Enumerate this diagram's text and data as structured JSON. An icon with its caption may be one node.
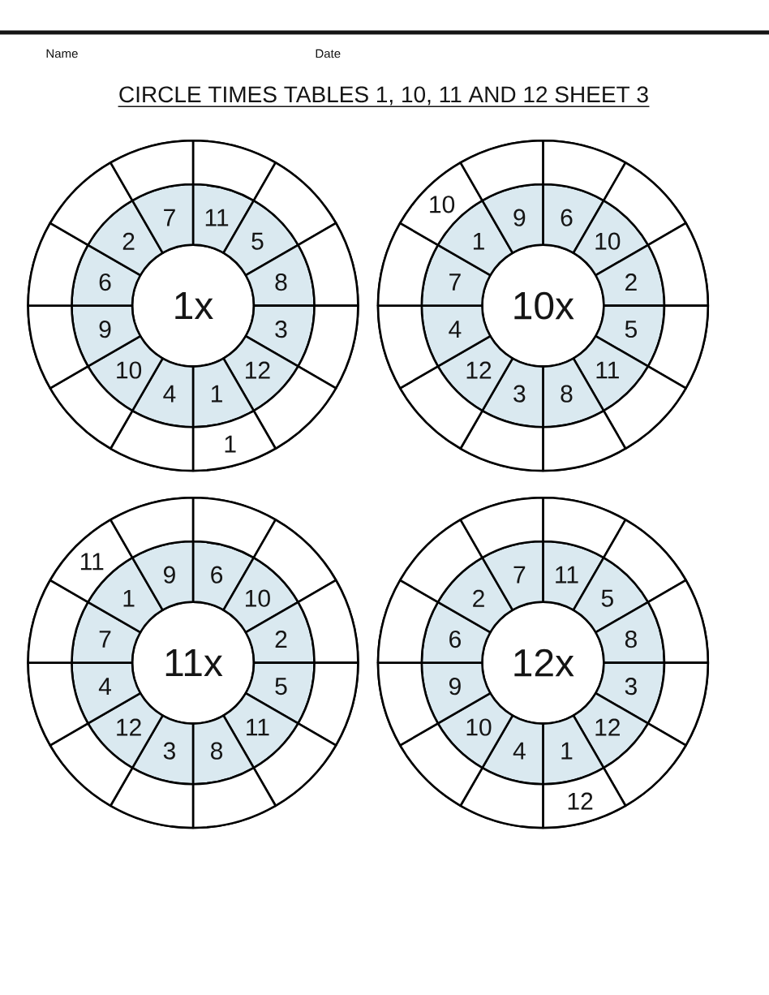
{
  "diagram": {
    "title": "CIRCLE TIMES TABLES 1, 10, 11 AND 12 SHEET 3",
    "nodes": [
      {
        "text": [],
        "shape": "circle"
      },
      {
        "text": [
          "1x"
        ],
        "in": 0
      },
      {
        "text": [
          "11"
        ],
        "in": 0
      },
      {
        "text": [
          "5"
        ],
        "in": 0
      },
      {
        "text": [
          "8"
        ],
        "in": 0
      },
      {
        "text": [
          "3"
        ],
        "in": 0
      },
      {
        "text": [
          "12"
        ],
        "in": 0
      },
      {
        "text": [
          "1"
        ],
        "in": 0
      },
      {
        "text": [
          "4"
        ],
        "in": 0
      },
      {
        "text": [
          "10"
        ],
        "in": 0
      },
      {
        "text": [
          "9"
        ],
        "in": 0
      },
      {
        "text": [
          "6"
        ],
        "in": 0
      },
      {
        "text": [
          "2"
        ],
        "in": 0
      },
      {
        "text": [
          "7"
        ],
        "in": 0
      },
      {
        "text": [],
        "shape": "sector",
        "in": 0
      },
      {
        "text": [],
        "shape": "sector",
        "in": 0
      },
      {
        "text": [],
        "shape": "sector",
        "in": 0
      },
      {
        "text": [],
        "shape": "sector",
        "in": 0
      },
      {
        "text": [],
        "shape": "sector",
        "in": 0
      },
      {
        "text": [
          "1"
        ],
        "in": 0
      },
      {
        "text": [],
        "shape": "sector",
        "in": 0
      },
      {
        "text": [],
        "shape": "sector",
        "in": 0
      },
      {
        "text": [],
        "shape": "sector",
        "in": 0
      },
      {
        "text": [],
        "shape": "sector",
        "in": 0
      },
      {
        "text": [],
        "shape": "sector",
        "in": 0
      },
      {
        "text": [],
        "shape": "sector",
        "in": 0
      },
      {
        "text": [],
        "shape": "circle"
      },
      {
        "text": [
          "10x"
        ],
        "in": 26
      },
      {
        "text": [
          "6"
        ],
        "in": 26
      },
      {
        "text": [
          "10"
        ],
        "in": 26
      },
      {
        "text": [
          "2"
        ],
        "in": 26
      },
      {
        "text": [
          "5"
        ],
        "in": 26
      },
      {
        "text": [
          "11"
        ],
        "in": 26
      },
      {
        "text": [
          "8"
        ],
        "in": 26
      },
      {
        "text": [
          "3"
        ],
        "in": 26
      },
      {
        "text": [
          "12"
        ],
        "in": 26
      },
      {
        "text": [
          "4"
        ],
        "in": 26
      },
      {
        "text": [
          "7"
        ],
        "in": 26
      },
      {
        "text": [
          "1"
        ],
        "in": 26
      },
      {
        "text": [
          "9"
        ],
        "in": 26
      },
      {
        "text": [],
        "shape": "sector",
        "in": 26
      },
      {
        "text": [],
        "shape": "sector",
        "in": 26
      },
      {
        "text": [],
        "shape": "sector",
        "in": 26
      },
      {
        "text": [],
        "shape": "sector",
        "in": 26
      },
      {
        "text": [],
        "shape": "sector",
        "in": 26
      },
      {
        "text": [],
        "shape": "sector",
        "in": 26
      },
      {
        "text": [],
        "shape": "sector",
        "in": 26
      },
      {
        "text": [],
        "shape": "sector",
        "in": 26
      },
      {
        "text": [],
        "shape": "sector",
        "in": 26
      },
      {
        "text": [],
        "shape": "sector",
        "in": 26
      },
      {
        "text": [
          "10"
        ],
        "in": 26
      },
      {
        "text": [],
        "shape": "sector",
        "in": 26
      },
      {
        "text": [],
        "shape": "circle"
      },
      {
        "text": [
          "11x"
        ],
        "in": 52
      },
      {
        "text": [
          "6"
        ],
        "in": 52
      },
      {
        "text": [
          "10"
        ],
        "in": 52
      },
      {
        "text": [
          "2"
        ],
        "in": 52
      },
      {
        "text": [
          "5"
        ],
        "in": 52
      },
      {
        "text": [
          "11"
        ],
        "in": 52
      },
      {
        "text": [
          "8"
        ],
        "in": 52
      },
      {
        "text": [
          "3"
        ],
        "in": 52
      },
      {
        "text": [
          "12"
        ],
        "in": 52
      },
      {
        "text": [
          "4"
        ],
        "in": 52
      },
      {
        "text": [
          "7"
        ],
        "in": 52
      },
      {
        "text": [
          "1"
        ],
        "in": 52
      },
      {
        "text": [
          "9"
        ],
        "in": 52
      },
      {
        "text": [],
        "shape": "sector",
        "in": 52
      },
      {
        "text": [],
        "shape": "sector",
        "in": 52
      },
      {
        "text": [],
        "shape": "sector",
        "in": 52
      },
      {
        "text": [],
        "shape": "sector",
        "in": 52
      },
      {
        "text": [],
        "shape": "sector",
        "in": 52
      },
      {
        "text": [],
        "shape": "sector",
        "in": 52
      },
      {
        "text": [],
        "shape": "sector",
        "in": 52
      },
      {
        "text": [],
        "shape": "sector",
        "in": 52
      },
      {
        "text": [],
        "shape": "sector",
        "in": 52
      },
      {
        "text": [],
        "shape": "sector",
        "in": 52
      },
      {
        "text": [
          "11"
        ],
        "in": 52
      },
      {
        "text": [],
        "shape": "sector",
        "in": 52
      },
      {
        "text": [],
        "shape": "circle"
      },
      {
        "text": [
          "12x"
        ],
        "in": 78
      },
      {
        "text": [
          "11"
        ],
        "in": 78
      },
      {
        "text": [
          "5"
        ],
        "in": 78
      },
      {
        "text": [
          "8"
        ],
        "in": 78
      },
      {
        "text": [
          "3"
        ],
        "in": 78
      },
      {
        "text": [
          "12"
        ],
        "in": 78
      },
      {
        "text": [
          "1"
        ],
        "in": 78
      },
      {
        "text": [
          "4"
        ],
        "in": 78
      },
      {
        "text": [
          "10"
        ],
        "in": 78
      },
      {
        "text": [
          "9"
        ],
        "in": 78
      },
      {
        "text": [
          "6"
        ],
        "in": 78
      },
      {
        "text": [
          "2"
        ],
        "in": 78
      },
      {
        "text": [
          "7"
        ],
        "in": 78
      },
      {
        "text": [],
        "shape": "sector",
        "in": 78
      },
      {
        "text": [],
        "shape": "sector",
        "in": 78
      },
      {
        "text": [],
        "shape": "sector",
        "in": 78
      },
      {
        "text": [],
        "shape": "sector",
        "in": 78
      },
      {
        "text": [],
        "shape": "sector",
        "in": 78
      },
      {
        "text": [
          "12"
        ],
        "in": 78
      },
      {
        "text": [],
        "shape": "sector",
        "in": 78
      },
      {
        "text": [],
        "shape": "sector",
        "in": 78
      },
      {
        "text": [],
        "shape": "sector",
        "in": 78
      },
      {
        "text": [],
        "shape": "sector",
        "in": 78
      },
      {
        "text": [],
        "shape": "sector",
        "in": 78
      },
      {
        "text": [],
        "shape": "sector",
        "in": 78
      }
    ],
    "labels": [
      "Name",
      "Date"
    ]
  }
}
